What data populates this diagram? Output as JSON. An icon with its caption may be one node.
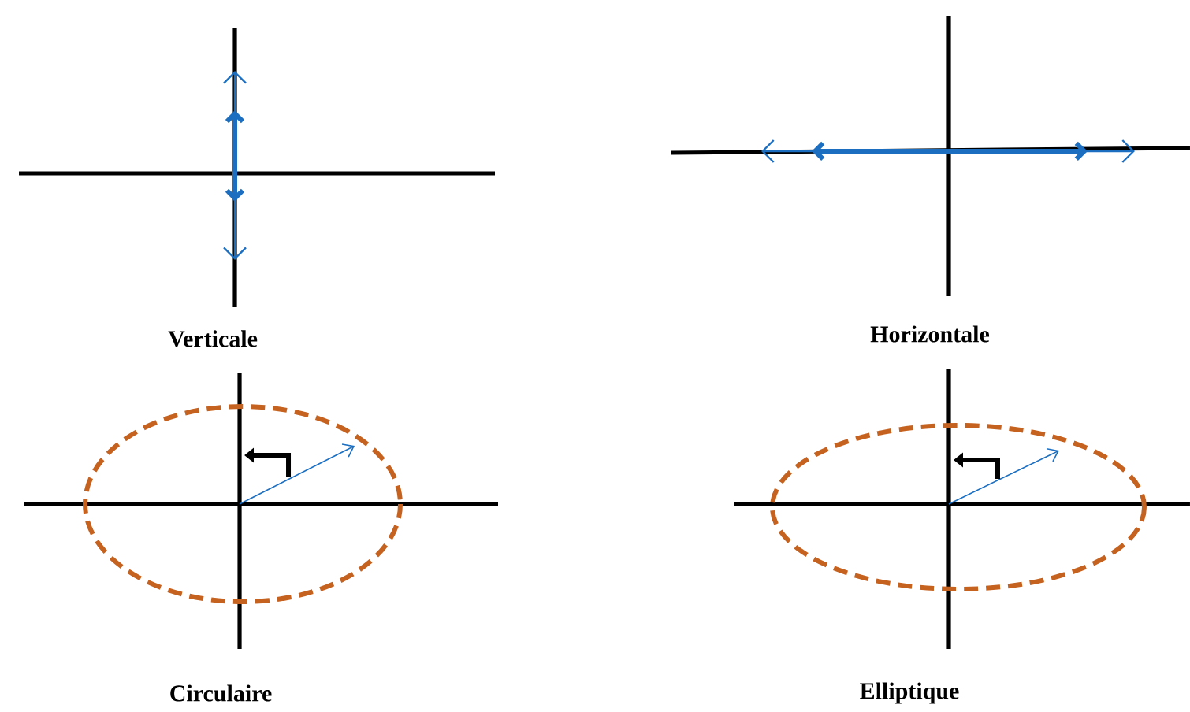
{
  "diagram": {
    "labels": [
      "Verticale",
      "Horizontale",
      "Circulaire",
      "Elliptique"
    ]
  }
}
